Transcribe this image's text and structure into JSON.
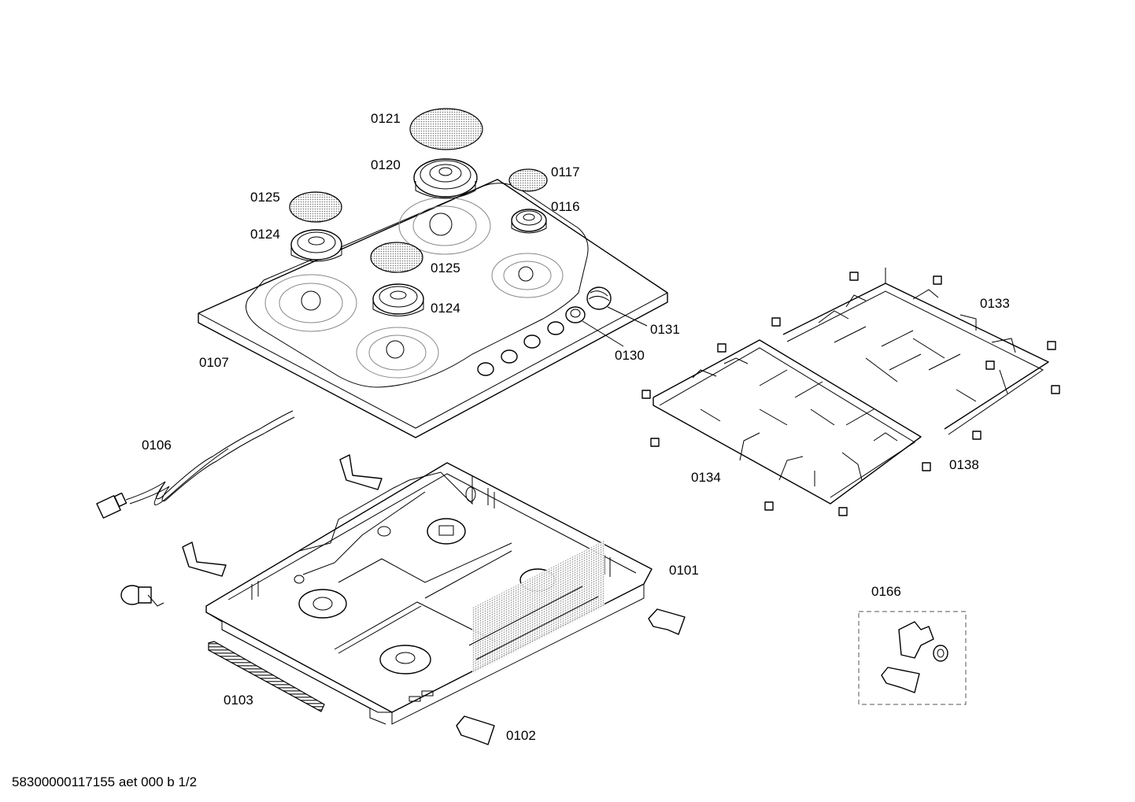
{
  "labels": {
    "p0121": "0121",
    "p0120": "0120",
    "p0117": "0117",
    "p0116": "0116",
    "p0125a": "0125",
    "p0124a": "0124",
    "p0125b": "0125",
    "p0124b": "0124",
    "p0131": "0131",
    "p0130": "0130",
    "p0107": "0107",
    "p0133": "0133",
    "p0134": "0134",
    "p0138": "0138",
    "p0106": "0106",
    "p0101": "0101",
    "p0166": "0166",
    "p0103": "0103",
    "p0102": "0102"
  },
  "footer": "58300000117155 aet 000 b 1/2"
}
